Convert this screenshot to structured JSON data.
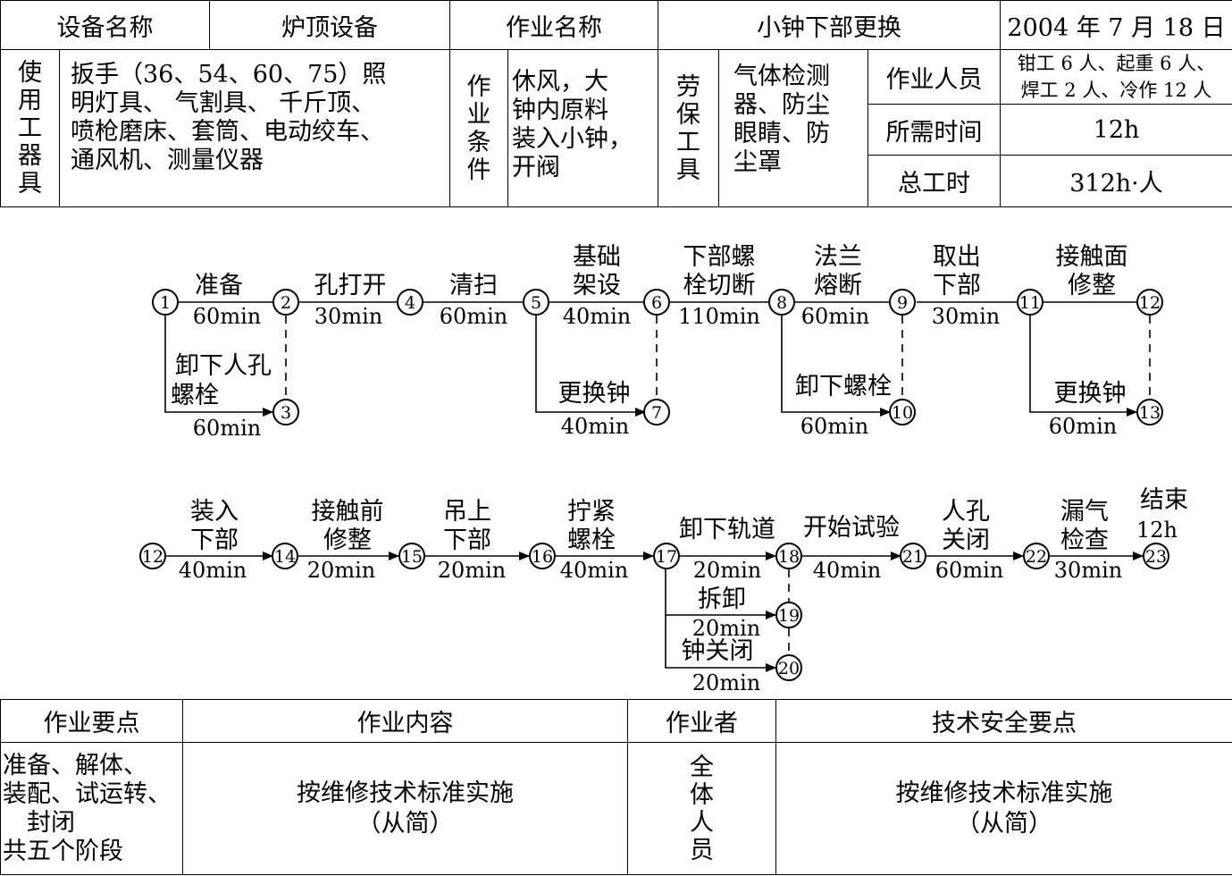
{
  "header": {
    "equipment_label": "设备名称",
    "equipment_value": "炉顶设备",
    "task_label": "作业名称",
    "task_value": "小钟下部更换",
    "date": "2004 年 7 月 18 日"
  },
  "tools": {
    "label": "使用工器具",
    "label_chars": [
      "使",
      "用",
      "工",
      "器",
      "具"
    ],
    "lines": [
      "扳手（36、54、60、75）照",
      "明灯具、 气割具、 千斤顶、",
      "喷枪磨床、套筒、电动绞车、",
      "通风机、测量仪器"
    ]
  },
  "condition": {
    "label_chars": [
      "作",
      "业",
      "条",
      "件"
    ],
    "lines": [
      "休风，大",
      "钟内原料",
      "装入小钟，",
      "开阀"
    ]
  },
  "labor": {
    "label_chars": [
      "劳",
      "保",
      "工",
      "具"
    ],
    "lines": [
      "气体检测",
      "器、防尘",
      "眼睛、防",
      "尘罩"
    ]
  },
  "staffing": {
    "personnel_label": "作业人员",
    "personnel_lines": [
      "钳工 6 人、起重 6 人、",
      "焊工 2 人、冷作 12 人"
    ],
    "time_label": "所需时间",
    "time_value": "12h",
    "total_label": "总工时",
    "total_value": "312h·人"
  },
  "network": {
    "nodes": [
      "1",
      "2",
      "3",
      "4",
      "5",
      "6",
      "7",
      "8",
      "9",
      "10",
      "11",
      "12",
      "13",
      "12",
      "14",
      "15",
      "16",
      "17",
      "18",
      "19",
      "20",
      "21",
      "22",
      "23"
    ],
    "activities": [
      {
        "l1": "准备",
        "dur": "60min"
      },
      {
        "l1": "孔打开",
        "dur": "30min"
      },
      {
        "l1": "清扫",
        "dur": "60min"
      },
      {
        "l1": "基础",
        "l2": "架设",
        "dur": "40min"
      },
      {
        "l1": "下部螺",
        "l2": "栓切断",
        "dur": "110min"
      },
      {
        "l1": "法兰",
        "l2": "熔断",
        "dur": "60min"
      },
      {
        "l1": "取出",
        "l2": "下部",
        "dur": "30min"
      },
      {
        "l1": "接触面",
        "l2": "修整",
        "dur": ""
      },
      {
        "l1": "卸下人孔",
        "l2": "螺栓",
        "dur": "60min"
      },
      {
        "l1": "更换钟",
        "dur": "40min"
      },
      {
        "l1": "卸下螺栓",
        "dur": "60min"
      },
      {
        "l1": "更换钟",
        "dur": "60min"
      },
      {
        "l1": "装入",
        "l2": "下部",
        "dur": "40min"
      },
      {
        "l1": "接触前",
        "l2": "修整",
        "dur": "20min"
      },
      {
        "l1": "吊上",
        "l2": "下部",
        "dur": "20min"
      },
      {
        "l1": "拧紧",
        "l2": "螺栓",
        "dur": "40min"
      },
      {
        "l1": "卸下轨道",
        "dur": "20min"
      },
      {
        "l1": "开始试验",
        "dur": "40min"
      },
      {
        "l1": "人孔",
        "l2": "关闭",
        "dur": "60min"
      },
      {
        "l1": "漏气",
        "l2": "检查",
        "dur": "30min"
      },
      {
        "l1": "拆卸",
        "dur": "20min"
      },
      {
        "l1": "钟关闭",
        "dur": "20min"
      }
    ],
    "end_label": "结束",
    "end_time": "12h"
  },
  "bottom": {
    "h1": "作业要点",
    "h2": "作业内容",
    "h3": "作业者",
    "h4": "技术安全要点",
    "points_lines": [
      "准备、解体、",
      "装配、试运转、",
      "　封闭",
      "共五个阶段"
    ],
    "content_l1": "按维修技术标准实施",
    "content_l2": "（从简）",
    "worker_chars": [
      "全",
      "体",
      "人",
      "员"
    ],
    "safety_l1": "按维修技术标准实施",
    "safety_l2": "（从简）"
  }
}
